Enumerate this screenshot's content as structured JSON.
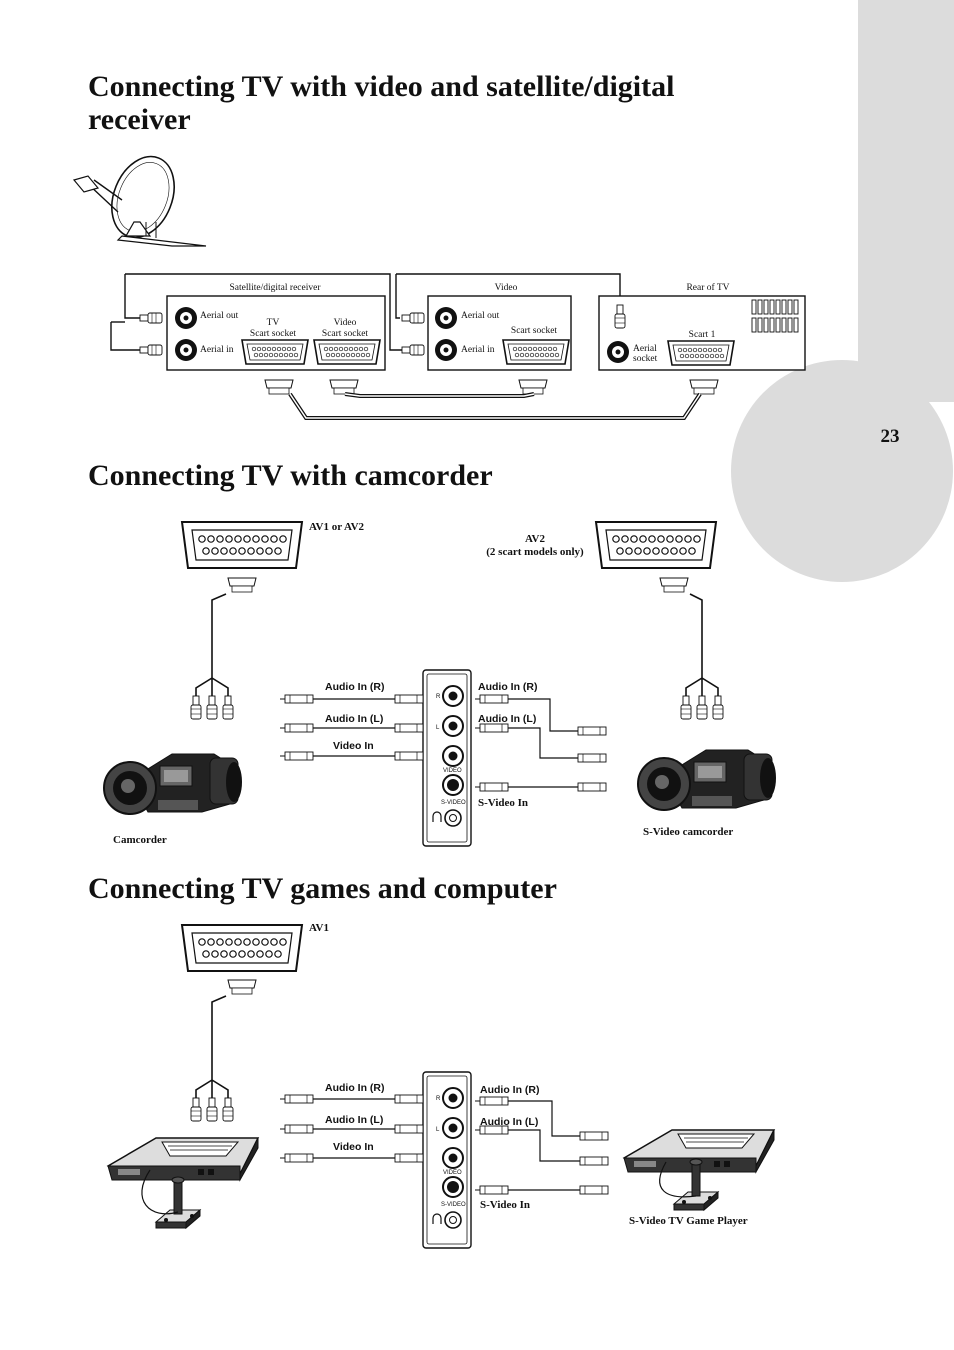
{
  "page_number": "23",
  "sections": [
    {
      "title": "Connecting TV with video and satellite/digital receiver"
    },
    {
      "title": "Connecting TV with camcorder"
    },
    {
      "title": "Connecting TV games and computer"
    }
  ],
  "diagram1": {
    "receiver_label": "Satellite/digital receiver",
    "video_label": "Video",
    "tv_label": "Rear of TV",
    "aerial_out": "Aerial out",
    "aerial_in": "Aerial in",
    "tv_scart_line1": "TV",
    "tv_scart_line2": "Scart socket",
    "video_scart_line1": "Video",
    "video_scart_line2": "Scart socket",
    "scart_socket": "Scart socket",
    "aerial_socket_line1": "Aerial",
    "aerial_socket_line2": "socket",
    "scart1": "Scart 1"
  },
  "diagram2": {
    "av_left": "AV1 or AV2",
    "av2_line1": "AV2",
    "av2_line2": "(2 scart models only)",
    "audio_r": "Audio In (R)",
    "audio_l": "Audio In (L)",
    "video_in": "Video In",
    "svideo_in": "S-Video In",
    "camcorder": "Camcorder",
    "svideo_camcorder": "S-Video camcorder",
    "panel_r": "R",
    "panel_l": "L",
    "panel_video": "VIDEO",
    "panel_svideo": "S-VIDEO"
  },
  "diagram3": {
    "av1": "AV1",
    "audio_r": "Audio In (R)",
    "audio_l": "Audio In (L)",
    "video_in": "Video In",
    "svideo_in": "S-Video In",
    "game_player": "S-Video TV Game Player",
    "panel_r": "R",
    "panel_l": "L",
    "panel_video": "VIDEO",
    "panel_svideo": "S-VIDEO"
  }
}
